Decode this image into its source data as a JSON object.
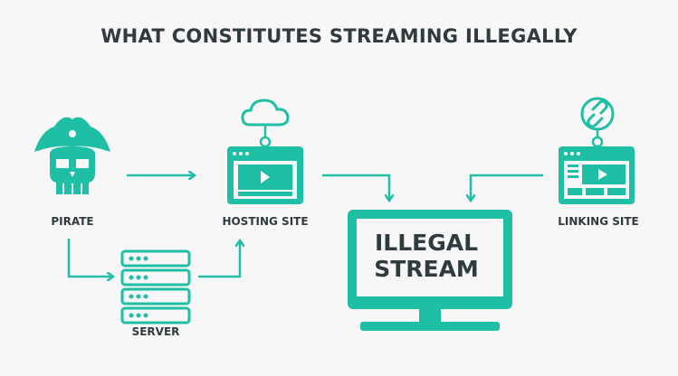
{
  "title": "WHAT CONSTITUTES STREAMING ILLEGALLY",
  "nodes": {
    "pirate": "PIRATE",
    "hosting_site": "HOSTING SITE",
    "server": "SERVER",
    "linking_site": "LINKING SITE",
    "stream_line1": "ILLEGAL",
    "stream_line2": "STREAM"
  },
  "colors": {
    "accent": "#1ebfa5",
    "text": "#2f3b3f",
    "background": "#f7f7f7"
  },
  "icons": [
    "pirate-skull-icon",
    "cloud-icon",
    "browser-video-icon",
    "link-icon",
    "server-rack-icon",
    "monitor-icon"
  ]
}
